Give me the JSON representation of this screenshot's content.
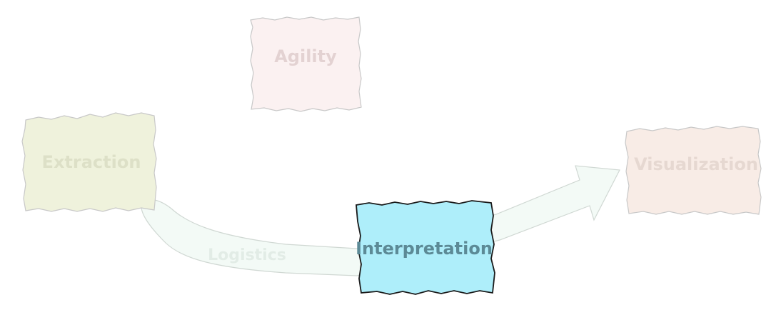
{
  "nodes": {
    "agility": {
      "label": "Agility",
      "fill": "#fbf1f1",
      "text_color": "#e3d2d2",
      "stroke": "#c8c8c8"
    },
    "extraction": {
      "label": "Extraction",
      "fill": "#eff2dc",
      "text_color": "#dde0c7",
      "stroke": "#c8c8c8"
    },
    "visualization": {
      "label": "Visualization",
      "fill": "#f8ece6",
      "text_color": "#e6d8d1",
      "stroke": "#c8c8c8"
    },
    "interpretation": {
      "label": "Interpretation",
      "fill": "#aeeefa",
      "text_color": "#5c8a96",
      "stroke": "#1a1a1a"
    }
  },
  "edges": {
    "logistics": {
      "label": "Logistics",
      "fill": "#f3faf6",
      "text_color": "#e2ece6",
      "stroke": "#d0d8d3"
    }
  }
}
